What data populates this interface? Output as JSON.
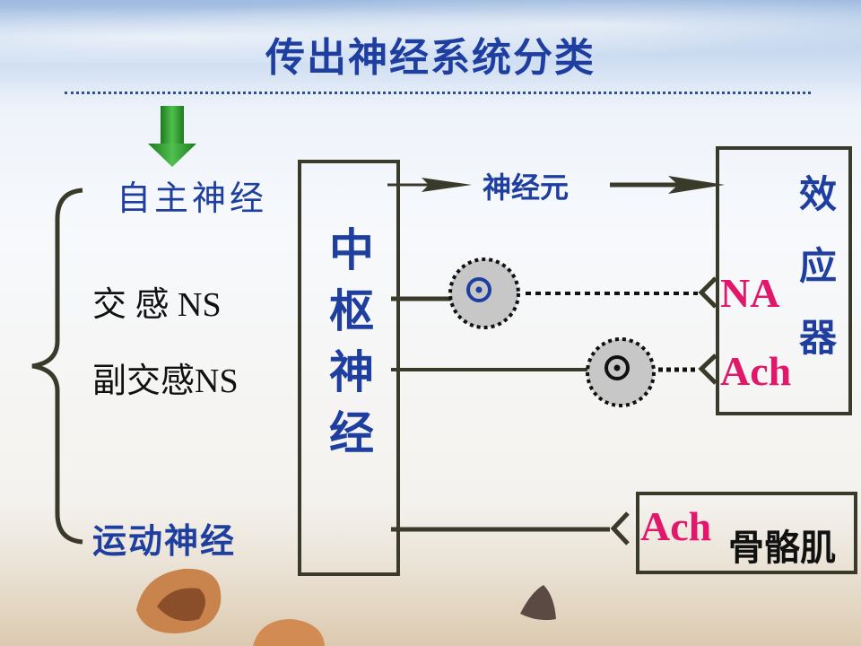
{
  "title": "传出神经系统分类",
  "labels": {
    "autonomic": "自主神经",
    "sympathetic": "交 感 NS",
    "parasympathetic": "副交感NS",
    "motor": "运动神经",
    "neuron": "神经元",
    "na": "NA",
    "ach_effector": "Ach",
    "ach_muscle": "Ach",
    "muscle": "骨骼肌"
  },
  "cns_chars": [
    "中",
    "枢",
    "神",
    "经"
  ],
  "effector_chars": [
    "效",
    "应",
    "器"
  ],
  "colors": {
    "title": "#1f3fa0",
    "transmitter": "#e0176a",
    "line": "#3a3a2a",
    "arrow_down": "#2f9a2f"
  }
}
